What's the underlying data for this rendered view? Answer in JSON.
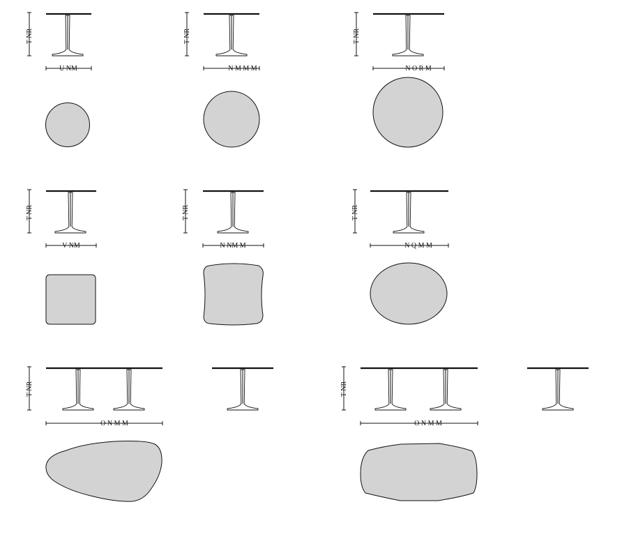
{
  "title": "",
  "tables": [
    {
      "height_label": "T NR",
      "width_label": "U NM",
      "top_shape": "round",
      "pedestals": 1
    },
    {
      "height_label": "T NR",
      "width_label": "N M M M",
      "top_shape": "round",
      "pedestals": 1
    },
    {
      "height_label": "T NR",
      "width_label": "N O R M",
      "top_shape": "round",
      "pedestals": 1
    },
    {
      "height_label": "T NR",
      "width_label": "V NM",
      "top_shape": "square",
      "pedestals": 1
    },
    {
      "height_label": "T NR",
      "width_label": "N NM M",
      "top_shape": "soft-square",
      "pedestals": 1
    },
    {
      "height_label": "T NR",
      "width_label": "N Q M M",
      "top_shape": "oval",
      "pedestals": 1
    },
    {
      "height_label": "T NR",
      "width_label": "O N M M",
      "top_shape": "organic-asymmetric",
      "pedestals": 2,
      "end_view": true
    },
    {
      "height_label": "T NR",
      "width_label": "O N M M",
      "top_shape": "organic-barrel",
      "pedestals": 2,
      "end_view": true
    }
  ],
  "colors": {
    "line": "#111111",
    "fill": "#d3d3d3",
    "background": "#ffffff"
  }
}
